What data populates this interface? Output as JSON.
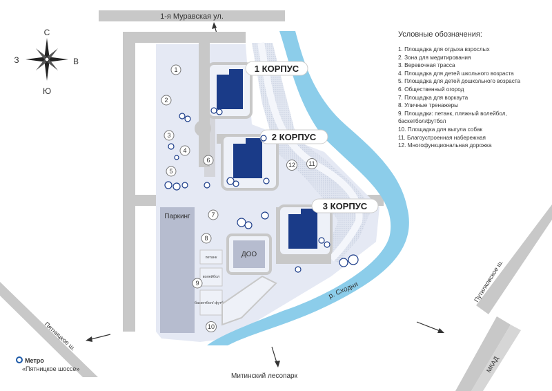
{
  "streets": {
    "top": "1-я Муравская ул.",
    "pyatnitskoe": "Пятницкое ш.",
    "putilkovskoe": "Путилковское ш.",
    "mkad": "МКАД"
  },
  "compass": {
    "north": "С",
    "south": "Ю",
    "west": "З",
    "east": "В"
  },
  "buildings": [
    {
      "label": "1 КОРПУС"
    },
    {
      "label": "2 КОРПУС"
    },
    {
      "label": "3 КОРПУС"
    }
  ],
  "parking": "Паркинг",
  "kindergarten": "ДОО",
  "river": "р. Сходня",
  "forest": "Митинский лесопарк",
  "metro": {
    "line1": "Метро",
    "line2": "«Пятницкое шоссе»"
  },
  "court_labels": {
    "petanque": "петанк",
    "volleyball": "волейбол",
    "basketball": "баскетбол/ футбол"
  },
  "markers": [
    "1",
    "2",
    "3",
    "4",
    "5",
    "6",
    "7",
    "8",
    "9",
    "10",
    "11",
    "12"
  ],
  "legend": {
    "title": "Условные обозначения:",
    "items": [
      "1. Площадка для отдыха взрослых",
      "2. Зона для медитирования",
      "3. Веревочная трасса",
      "4. Площадка для детей школьного возраста",
      "5. Площадка для детей дошкольного возраста",
      "6. Общественный огород",
      "7. Площадка для воркаута",
      "8. Уличные тренажеры",
      "9. Площадки: петанк, пляжный волейбол,",
      "баскетбол/футбол",
      "10. Площадка для выгула собак",
      "11. Благоустроенная набережная",
      "12. Многофункциональная дорожка"
    ]
  },
  "colors": {
    "road": "#c8c8c8",
    "ground": "#e5e9f4",
    "building": "#1a3b88",
    "parking": "#b6bccf",
    "river": "#8ccdea",
    "metro": "#1e5aa8"
  }
}
